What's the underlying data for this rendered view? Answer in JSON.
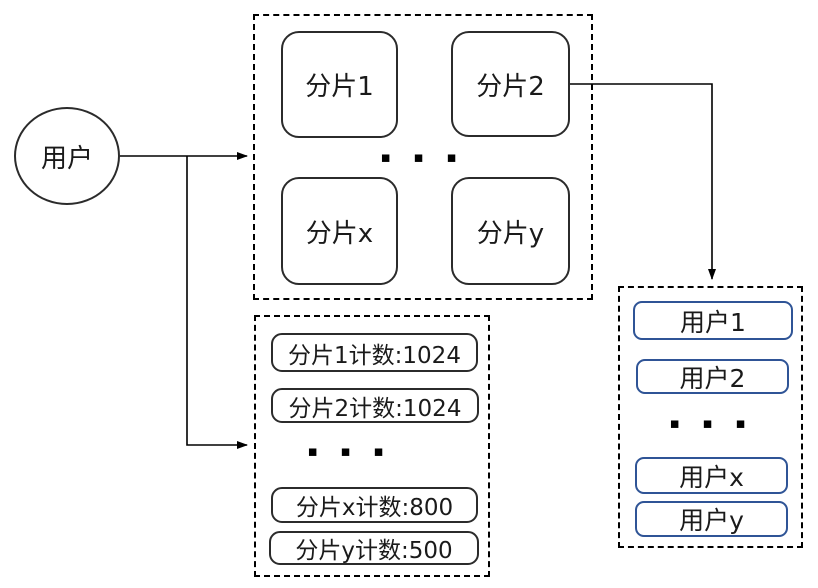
{
  "diagram": {
    "user_node": {
      "label": "用户"
    },
    "shard_cluster": {
      "items": [
        {
          "label": "分片1"
        },
        {
          "label": "分片2"
        },
        {
          "label": "分片x"
        },
        {
          "label": "分片y"
        }
      ],
      "ellipsis": "▪ ▪ ▪"
    },
    "counter_cluster": {
      "items": [
        {
          "label": "分片1计数:1024"
        },
        {
          "label": "分片2计数:1024"
        },
        {
          "label": "分片x计数:800"
        },
        {
          "label": "分片y计数:500"
        }
      ],
      "ellipsis": "▪ ▪ ▪"
    },
    "user_list": {
      "items": [
        {
          "label": "用户1"
        },
        {
          "label": "用户2"
        },
        {
          "label": "用户x"
        },
        {
          "label": "用户y"
        }
      ],
      "ellipsis": "▪ ▪ ▪"
    },
    "colors": {
      "line_stroke": "#000000",
      "node_stroke": "#2b2b2b",
      "user_box_stroke": "#2F5496",
      "background": "#ffffff"
    }
  }
}
